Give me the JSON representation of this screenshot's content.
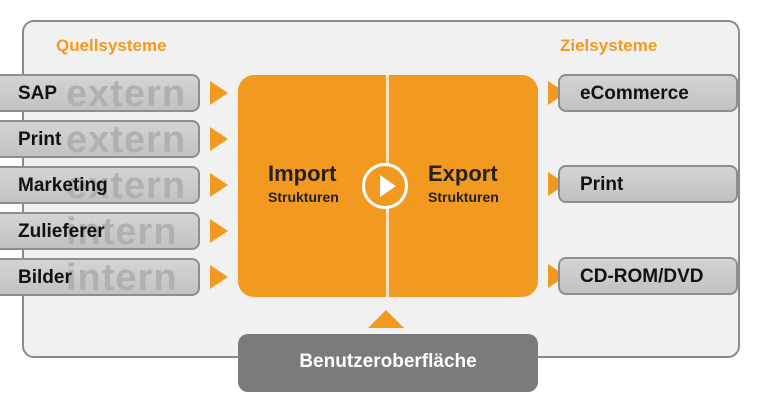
{
  "headers": {
    "source": "Quellsysteme",
    "target": "Zielsysteme"
  },
  "sources": [
    {
      "label": "SAP",
      "watermark": "extern"
    },
    {
      "label": "Print",
      "watermark": "extern"
    },
    {
      "label": "Marketing",
      "watermark": "extern"
    },
    {
      "label": "Zulieferer",
      "watermark": "intern"
    },
    {
      "label": "Bilder",
      "watermark": "intern"
    }
  ],
  "core": {
    "import_title": "Import",
    "import_sub": "Strukturen",
    "export_title": "Export",
    "export_sub": "Strukturen",
    "center_icon": "play-icon"
  },
  "targets": [
    {
      "label": "eCommerce"
    },
    {
      "label": "Print"
    },
    {
      "label": "CD-ROM/DVD"
    }
  ],
  "ui_bar": {
    "label": "Benutzeroberfläche"
  },
  "colors": {
    "accent": "#f29a1f",
    "panel": "#f1f1f1",
    "box": "#c8c8c8",
    "ui": "#7b7b7b"
  }
}
